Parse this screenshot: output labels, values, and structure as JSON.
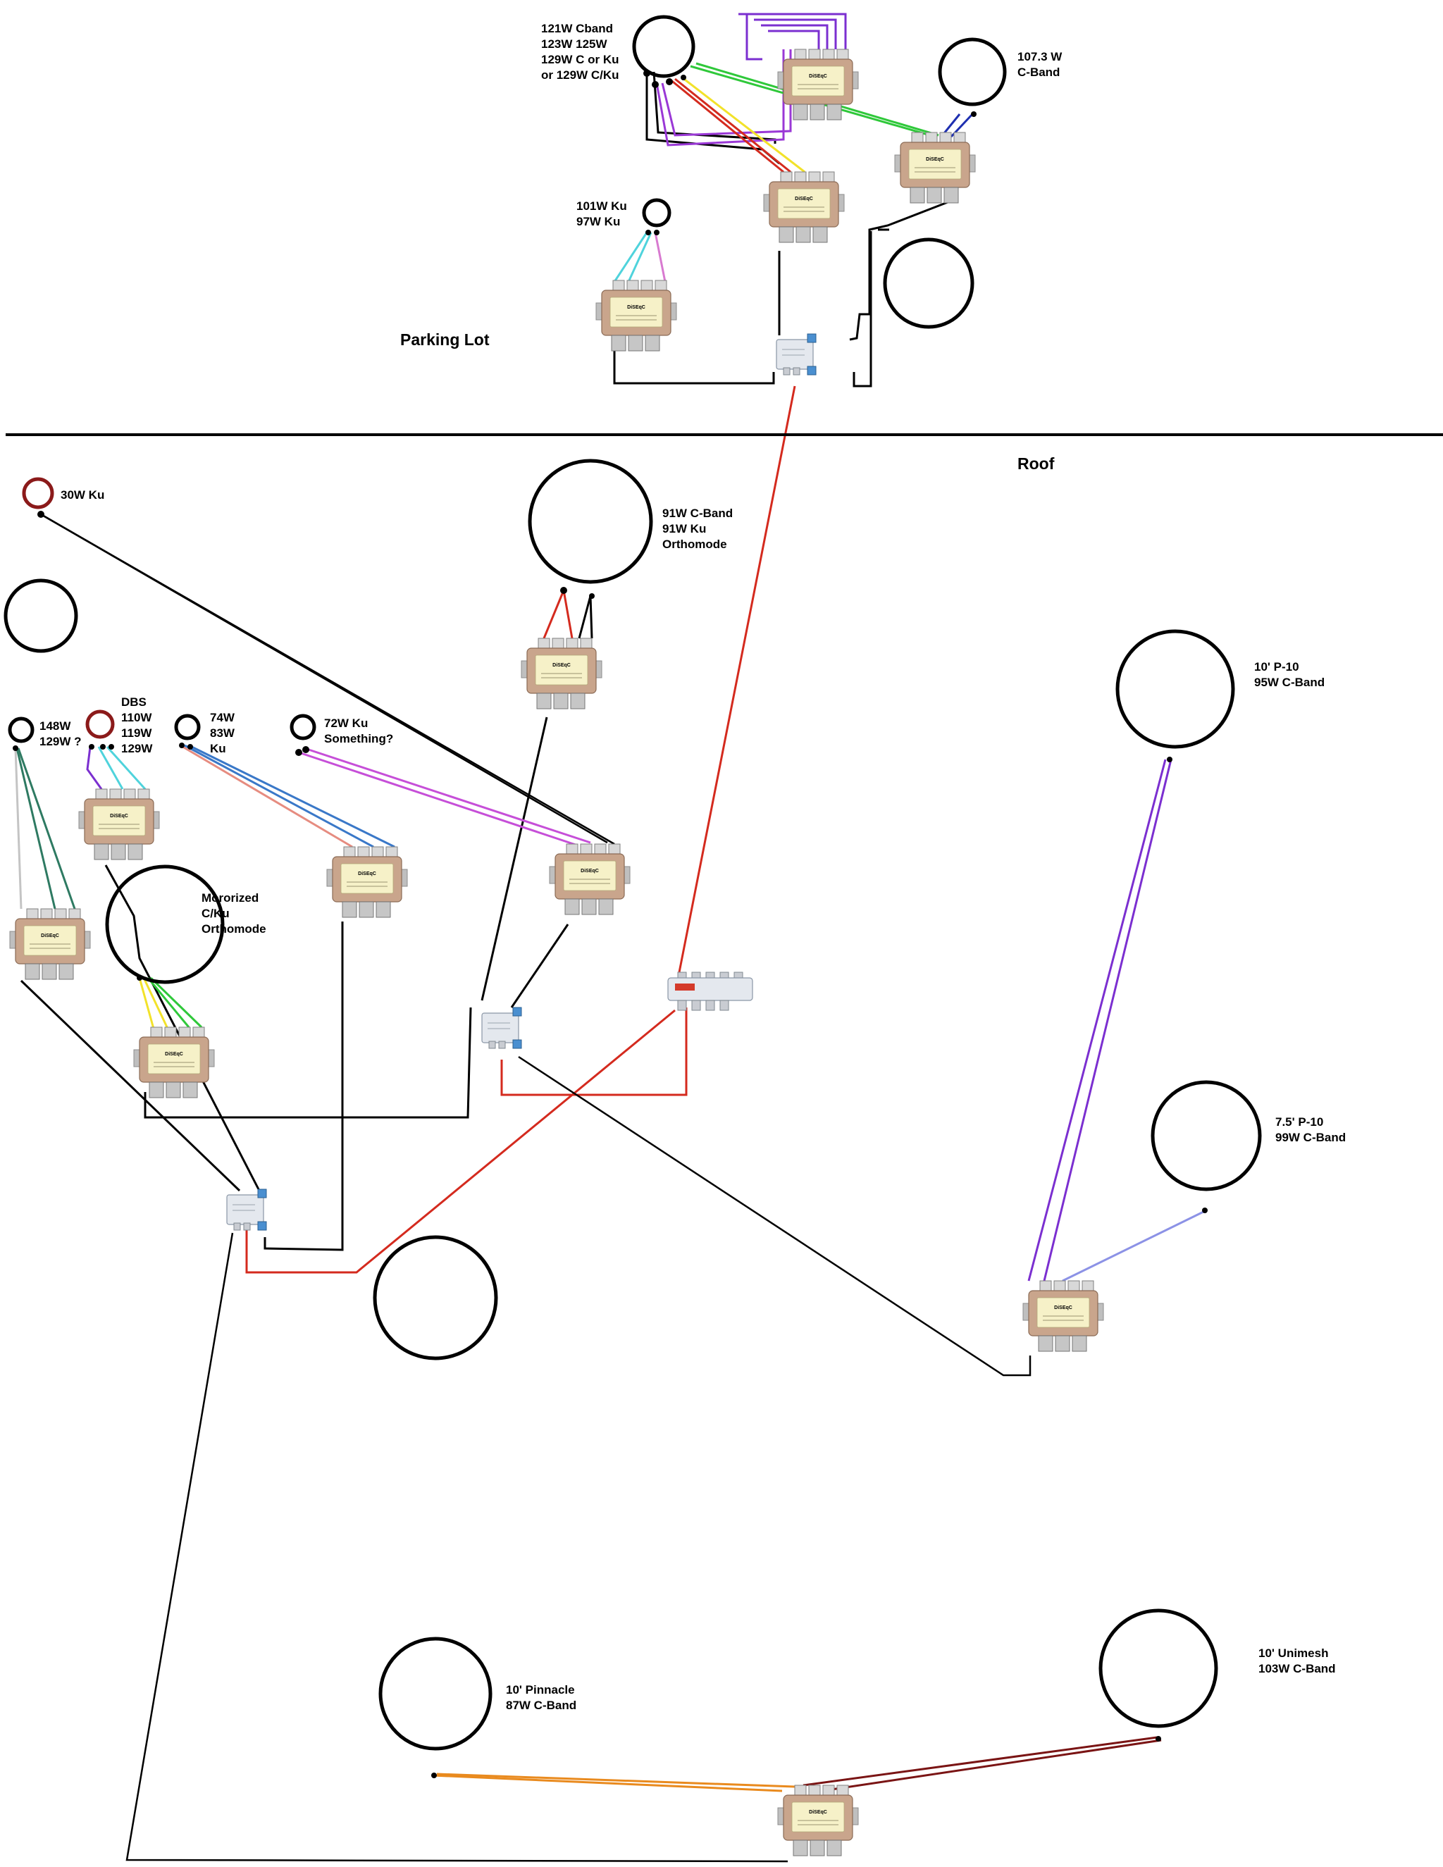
{
  "sections": {
    "parking_lot": "Parking Lot",
    "roof": "Roof"
  },
  "labels": {
    "dish_121w": [
      "121W Cband",
      "123W 125W",
      "129W C or Ku",
      "or 129W C/Ku"
    ],
    "dish_107w": [
      "107.3 W",
      "C-Band"
    ],
    "dish_101w": [
      "101W Ku",
      "97W Ku"
    ],
    "dish_30w": [
      "30W Ku"
    ],
    "dish_91w": [
      "91W C-Band",
      "91W Ku",
      "Orthomode"
    ],
    "dish_148w": [
      "148W",
      "129W ?"
    ],
    "dish_dbs": [
      "DBS",
      "110W",
      "119W",
      "129W"
    ],
    "dish_74w": [
      "74W",
      "83W",
      "Ku"
    ],
    "dish_72w": [
      "72W Ku",
      "Something?"
    ],
    "dish_motorized": [
      "Mororized",
      "C/Ku",
      "Orthomode"
    ],
    "dish_p10_10": [
      "10' P-10",
      "95W C-Band"
    ],
    "dish_p10_75": [
      "7.5' P-10",
      "99W C-Band"
    ],
    "dish_pinnacle": [
      "10' Pinnacle",
      "87W C-Band"
    ],
    "dish_unimesh": [
      "10' Unimesh",
      "103W C-Band"
    ]
  },
  "colors": {
    "black": "#000000",
    "red": "#d42a1e",
    "purple": "#7b2fd0",
    "violet": "#9a38d6",
    "magenta": "#c64fd8",
    "yellow": "#f2e22a",
    "green": "#2fc83a",
    "navy": "#1e2fb0",
    "cyan": "#4fd3dc",
    "pink": "#d87ad0",
    "grey": "#c4c4c4",
    "teal": "#2e7a62",
    "salmon": "#e68c80",
    "blue": "#3a78c8",
    "periwinkle": "#8c92e6",
    "orange": "#e98a1e",
    "maroon": "#7a1414",
    "dish_red": "#8b1a1a"
  },
  "icons": {
    "diseqc_switch": "diseqc-switch-icon",
    "splitter": "splitter-icon",
    "multiswitch": "multiswitch-icon",
    "satellite_dish": "dish-icon"
  }
}
